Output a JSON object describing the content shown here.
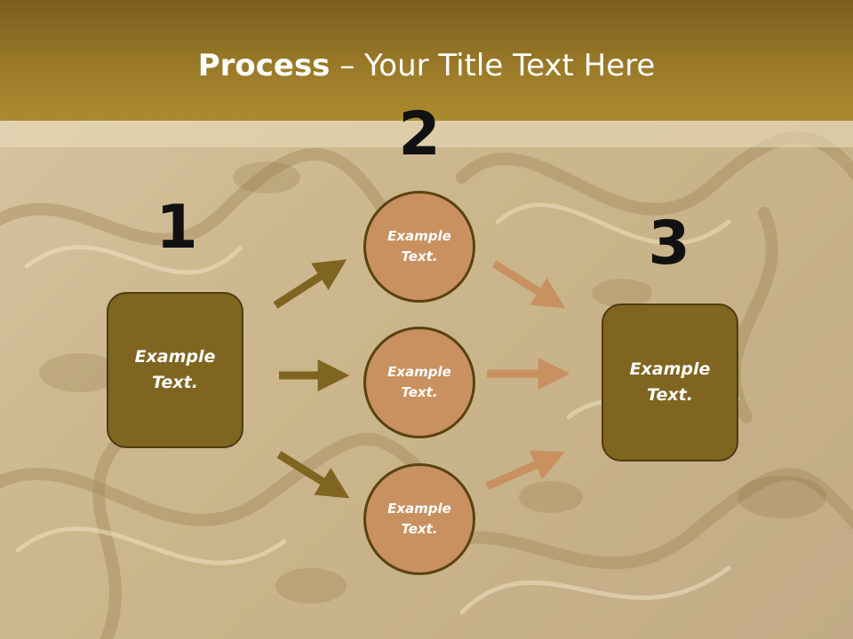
{
  "title": {
    "bold": "Process",
    "rest": " – Your Title Text Here"
  },
  "steps": {
    "one": "1",
    "two": "2",
    "three": "3"
  },
  "nodes": {
    "left_box": "Example Text.",
    "circle_top": "Example Text.",
    "circle_middle": "Example Text.",
    "circle_bottom": "Example Text.",
    "right_box": "Example Text."
  },
  "colors": {
    "header": "#9a7a28",
    "box_fill": "#7f6520",
    "circle_fill": "#c8915f",
    "arrow_left": "#7f6520",
    "arrow_right": "#c8915f"
  }
}
